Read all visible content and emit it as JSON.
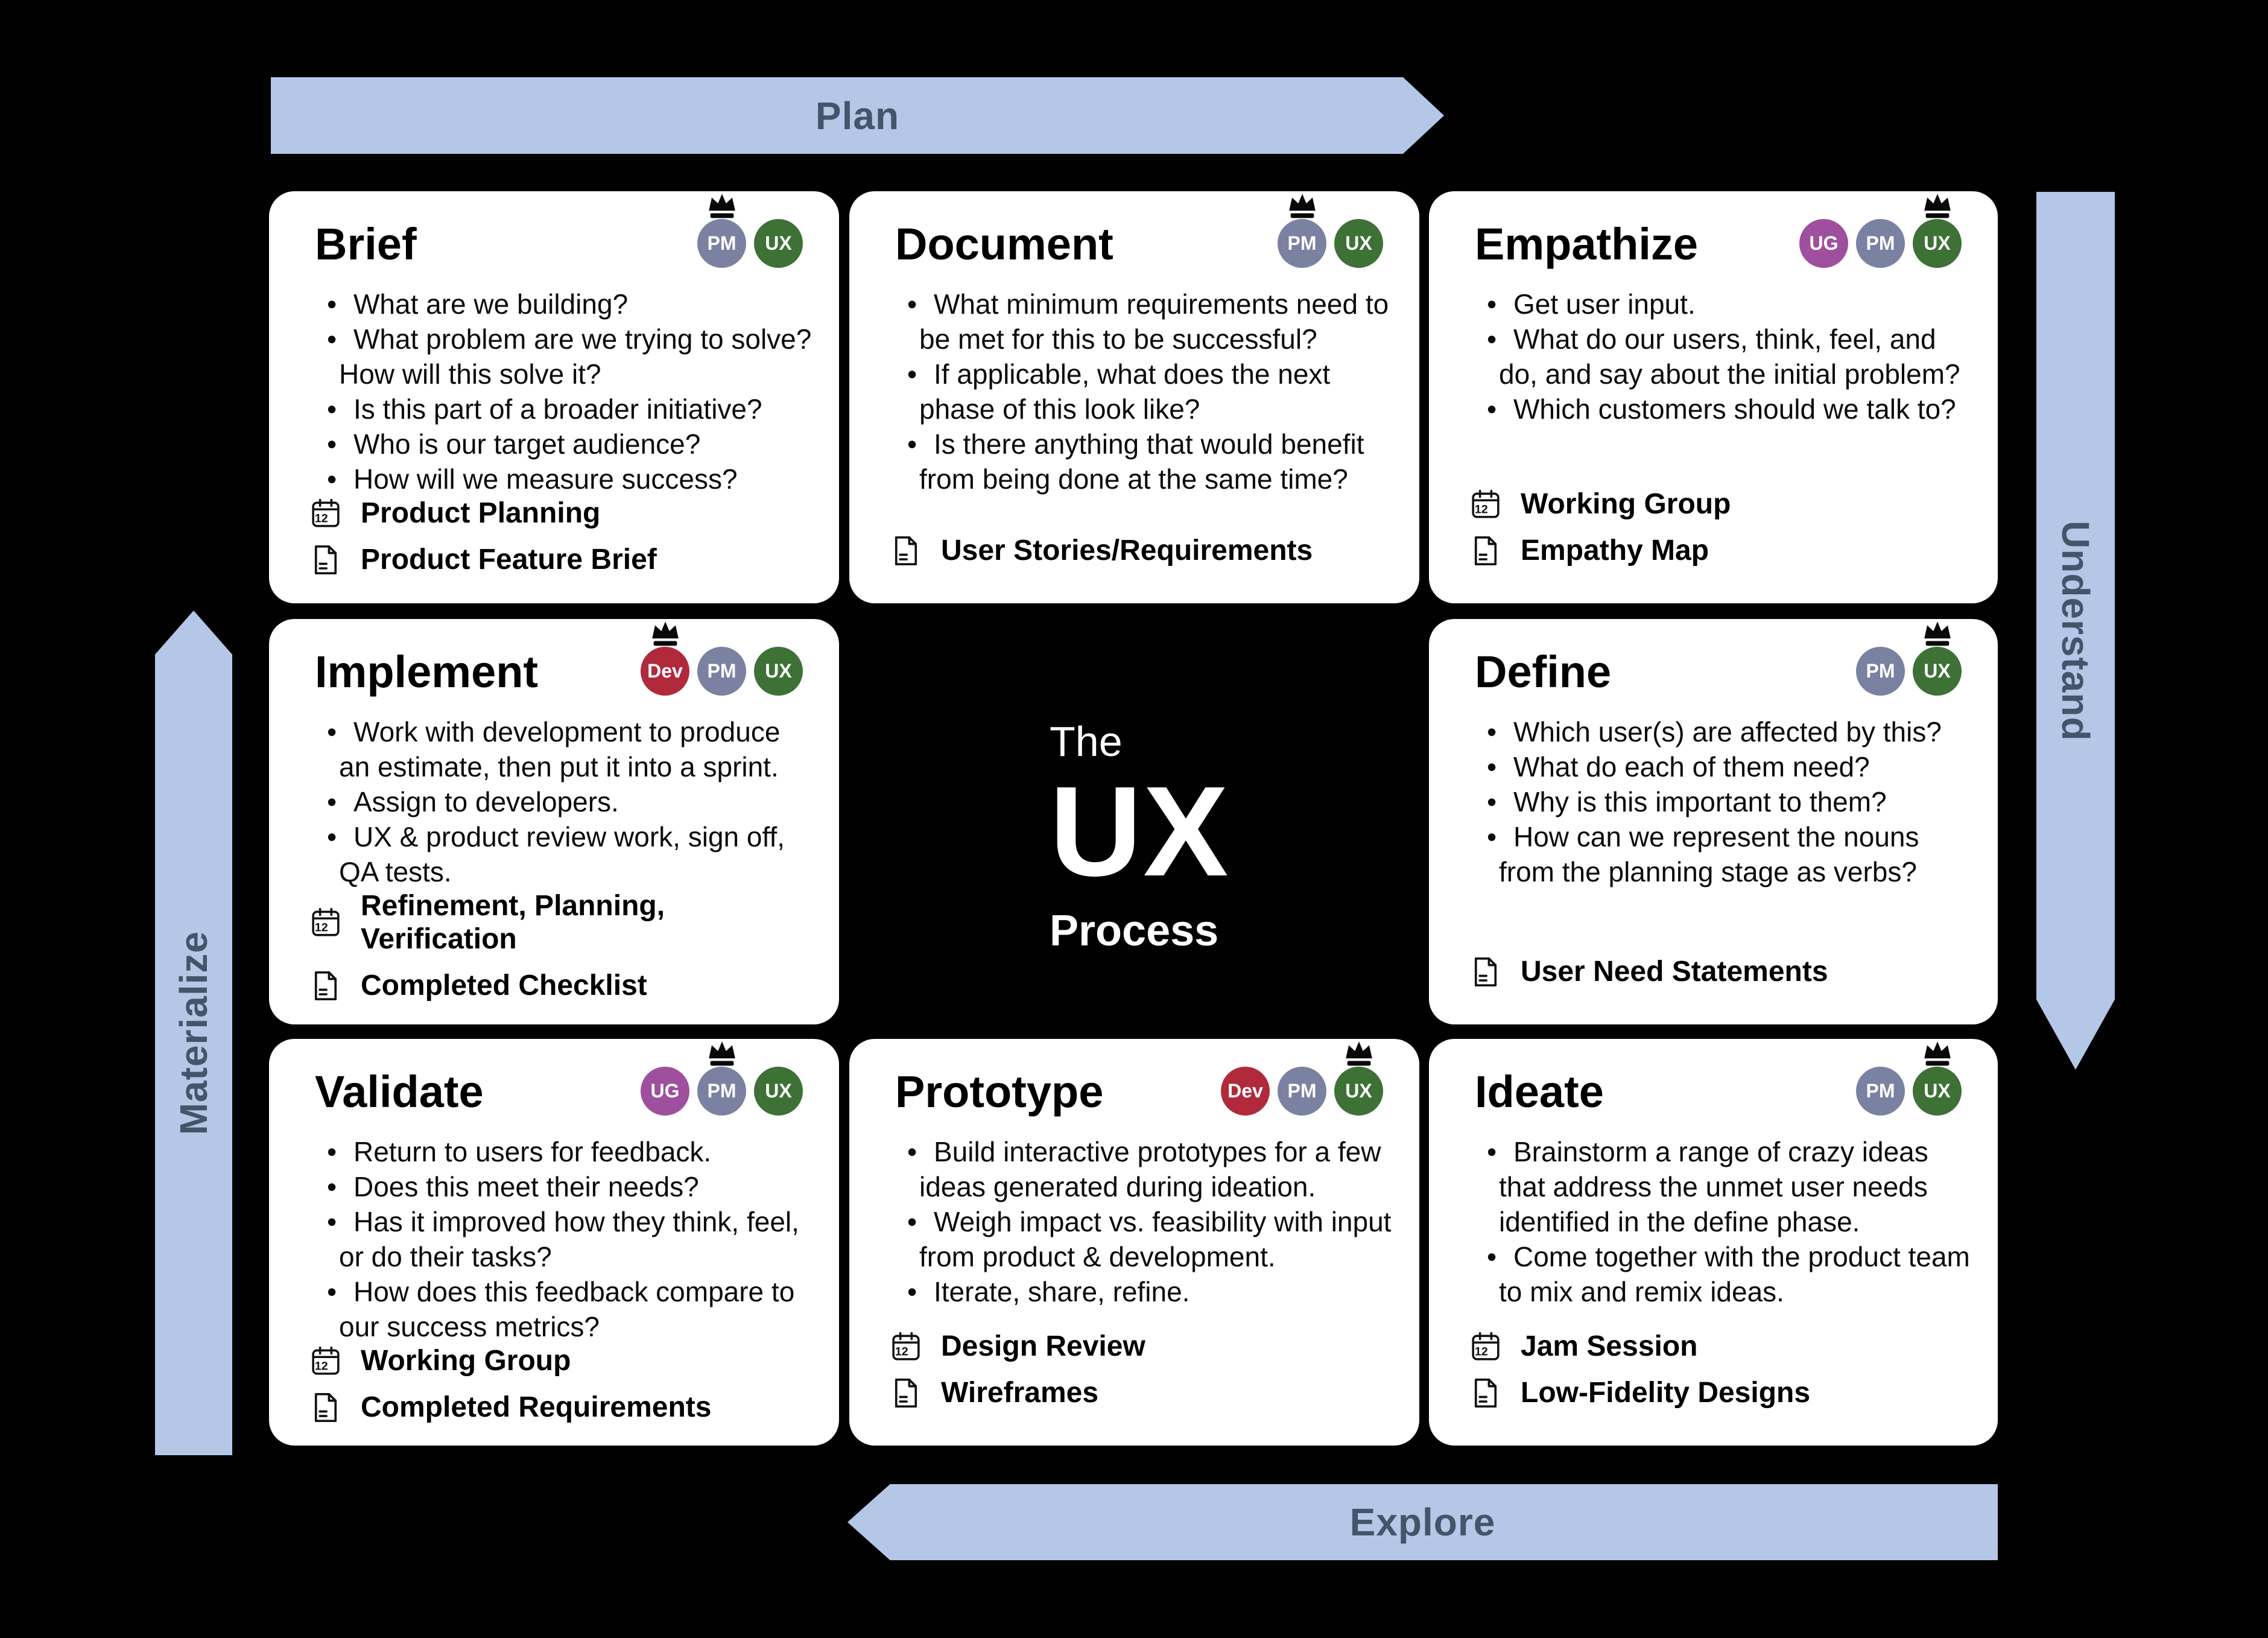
{
  "page": {
    "background": "#010101"
  },
  "center": {
    "line1": "The",
    "line2": "UX",
    "line3": "Process"
  },
  "arrows": {
    "top": {
      "label": "Plan",
      "direction": "right"
    },
    "right": {
      "label": "Understand",
      "direction": "down"
    },
    "left": {
      "label": "Materialize",
      "direction": "up"
    },
    "bottom": {
      "label": "Explore",
      "direction": "left"
    }
  },
  "colors": {
    "arrow_fill": "#b4c7e7",
    "arrow_text": "#44546a",
    "card_bg": "#ffffff",
    "card_text": "#0b0b0b",
    "crown": "#090909",
    "badges": {
      "Dev": "#b02a3c",
      "PM": "#7a81a1",
      "UX": "#3d7136",
      "UG": "#9e4f9d"
    }
  },
  "cards": [
    {
      "title": "Brief",
      "badges": [
        {
          "label": "PM",
          "crowned": true
        },
        {
          "label": "UX",
          "crowned": false
        }
      ],
      "bullets": [
        "What are we building?",
        "What problem are we trying to solve? How will this solve it?",
        "Is this part of a broader initiative?",
        "Who is our target audience?",
        "How will we measure success?"
      ],
      "deliverables": [
        {
          "icon": "calendar",
          "label": "Product Planning"
        },
        {
          "icon": "document",
          "label": "Product Feature Brief"
        }
      ]
    },
    {
      "title": "Document",
      "badges": [
        {
          "label": "PM",
          "crowned": true
        },
        {
          "label": "UX",
          "crowned": false
        }
      ],
      "bullets": [
        "What minimum requirements need to be met for this to be successful?",
        "If applicable, what does the next phase of this look like?",
        "Is there anything that would benefit from being done at the same time?"
      ],
      "deliverables": [
        {
          "icon": "document",
          "label": "User Stories/Requirements"
        }
      ]
    },
    {
      "title": "Empathize",
      "badges": [
        {
          "label": "UG",
          "crowned": false
        },
        {
          "label": "PM",
          "crowned": false
        },
        {
          "label": "UX",
          "crowned": true
        }
      ],
      "bullets": [
        "Get user input.",
        "What do our users, think, feel, and do, and say about the initial problem?",
        "Which customers should we talk to?"
      ],
      "deliverables": [
        {
          "icon": "calendar",
          "label": "Working Group"
        },
        {
          "icon": "document",
          "label": "Empathy Map"
        }
      ]
    },
    {
      "title": "Implement",
      "badges": [
        {
          "label": "Dev",
          "crowned": true
        },
        {
          "label": "PM",
          "crowned": false
        },
        {
          "label": "UX",
          "crowned": false
        }
      ],
      "bullets": [
        "Work with development to produce an estimate, then put it into a sprint.",
        "Assign to developers.",
        "UX & product review work, sign off, QA tests."
      ],
      "deliverables": [
        {
          "icon": "calendar",
          "label": "Refinement, Planning, Verification"
        },
        {
          "icon": "document",
          "label": "Completed Checklist"
        }
      ]
    },
    {
      "title": "Define",
      "badges": [
        {
          "label": "PM",
          "crowned": false
        },
        {
          "label": "UX",
          "crowned": true
        }
      ],
      "bullets": [
        "Which user(s) are affected by this?",
        "What do each of them need?",
        "Why is this important to them?",
        "How can we represent the nouns from the planning stage as verbs?"
      ],
      "deliverables": [
        {
          "icon": "document",
          "label": "User Need Statements"
        }
      ]
    },
    {
      "title": "Validate",
      "badges": [
        {
          "label": "UG",
          "crowned": false
        },
        {
          "label": "PM",
          "crowned": true
        },
        {
          "label": "UX",
          "crowned": false
        }
      ],
      "bullets": [
        "Return to users for feedback.",
        "Does this meet their needs?",
        "Has it improved how they think, feel, or do their tasks?",
        "How does this feedback compare to our success metrics?"
      ],
      "deliverables": [
        {
          "icon": "calendar",
          "label": "Working Group"
        },
        {
          "icon": "document",
          "label": "Completed Requirements"
        }
      ]
    },
    {
      "title": "Prototype",
      "badges": [
        {
          "label": "Dev",
          "crowned": false
        },
        {
          "label": "PM",
          "crowned": false
        },
        {
          "label": "UX",
          "crowned": true
        }
      ],
      "bullets": [
        "Build interactive prototypes for a few ideas generated during ideation.",
        "Weigh impact vs. feasibility with input from product & development.",
        "Iterate, share, refine."
      ],
      "deliverables": [
        {
          "icon": "calendar",
          "label": "Design Review"
        },
        {
          "icon": "document",
          "label": "Wireframes"
        }
      ]
    },
    {
      "title": "Ideate",
      "badges": [
        {
          "label": "PM",
          "crowned": false
        },
        {
          "label": "UX",
          "crowned": true
        }
      ],
      "bullets": [
        "Brainstorm a range of crazy ideas that address the unmet user needs identified in the define phase.",
        "Come together with the product team to mix and remix ideas."
      ],
      "deliverables": [
        {
          "icon": "calendar",
          "label": "Jam Session"
        },
        {
          "icon": "document",
          "label": "Low-Fidelity Designs"
        }
      ]
    }
  ]
}
